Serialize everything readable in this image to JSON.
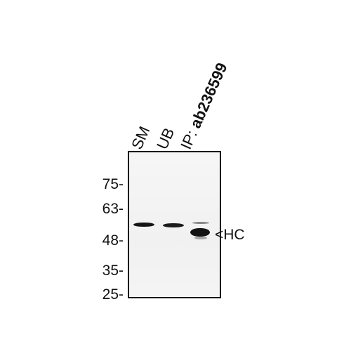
{
  "lanes": {
    "sm": "SM",
    "ub": "UB",
    "ip_prefix": "IP: ",
    "ip_antibody": "ab236599"
  },
  "markers": [
    "75-",
    "63-",
    "48-",
    "35-",
    "25-"
  ],
  "band_annotation": "<HC",
  "colors": {
    "band": "#141414",
    "frame": "#141414",
    "membrane": "#f4f4f4"
  }
}
